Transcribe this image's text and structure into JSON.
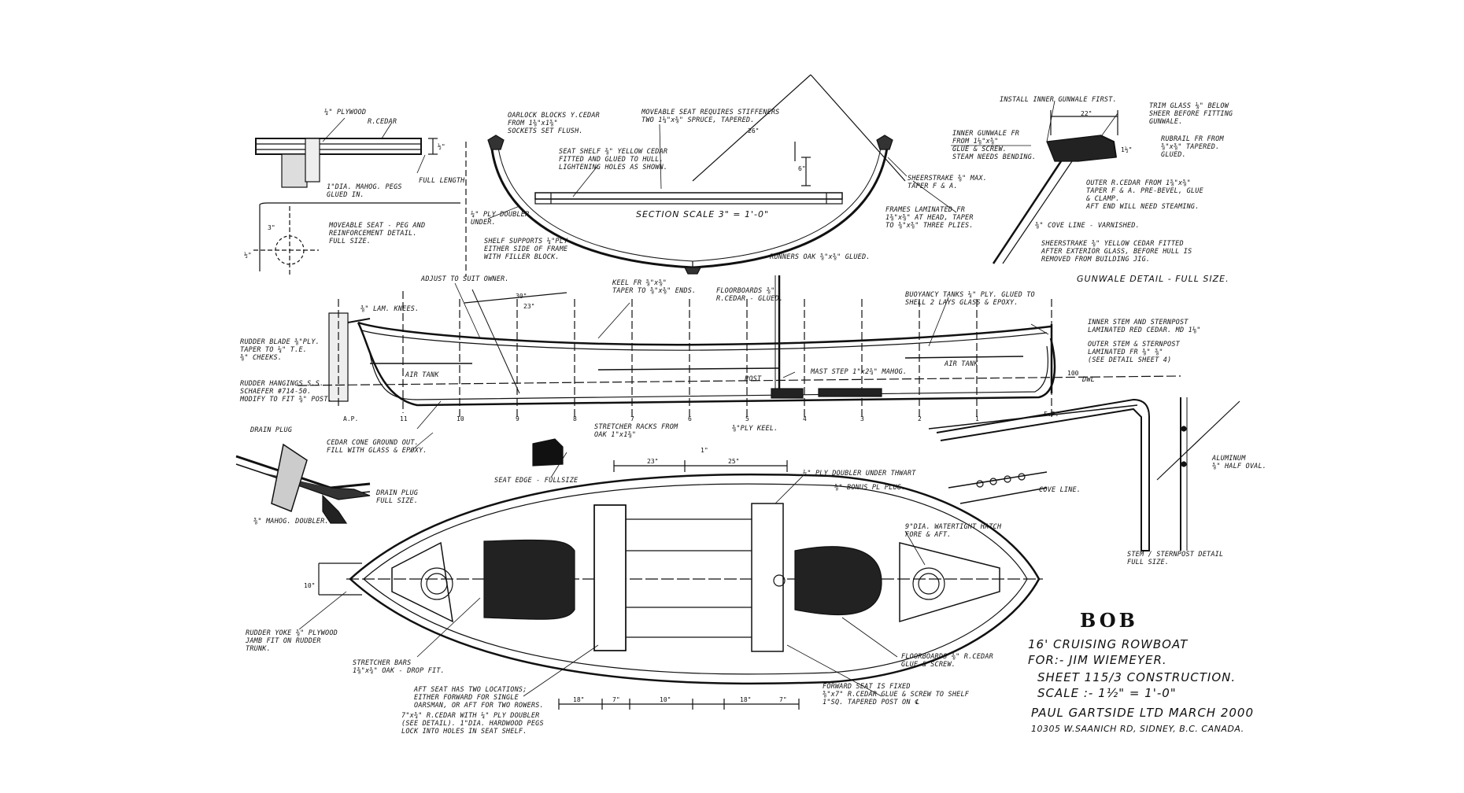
{
  "title": {
    "name": "BOB",
    "line1": "16' CRUISING ROWBOAT",
    "line2": "FOR:- JIM WIEMEYER.",
    "line3": "SHEET 115/3 CONSTRUCTION.",
    "line4": "SCALE :- 1½\" = 1'-0\"",
    "designer": "PAUL GARTSIDE LTD  MARCH 2000",
    "address": "10305 W.SAANICH RD, SIDNEY, B.C. CANADA."
  },
  "notes": {
    "plywood": "¼\" PLYWOOD",
    "rcedar_top": "R.CEDAR",
    "mahog_pegs": "1\"DIA. MAHOG. PEGS\nGLUED IN.",
    "full_length": "FULL LENGTH",
    "movable_seat_detail": "MOVEABLE SEAT - PEG AND\nREINFORCEMENT DETAIL.\nFULL SIZE.",
    "oarlock_blocks": "OARLOCK BLOCKS Y.CEDAR\nFROM 1⅜\"x1⅝\"\nSOCKETS SET FLUSH.",
    "movable_seat_stiff": "MOVEABLE SEAT REQUIRES STIFFENERS\nTWO 1¼\"x⅜\" SPRUCE, TAPERED.",
    "seat_shelf": "SEAT SHELF ⅜\" YELLOW CEDAR\nFITTED AND GLUED TO HULL.\nLIGHTENING HOLES AS SHOWN.",
    "ply_doubler_under": "¼\" PLY DOUBLER\nUNDER.",
    "section_scale": "SECTION SCALE  3\" = 1'-0\"",
    "shelf_supports": "SHELF SUPPORTS ¼\"PLY\nEITHER SIDE OF FRAME\nWITH FILLER BLOCK.",
    "runners": "RUNNERS OAK ⅝\"x⅝\" GLUED.",
    "sheerstrake_max": "SHEERSTRAKE ⅜\" MAX.\nTAPER F & A.",
    "frames_laminated": "FRAMES LAMINATED FR\n1⅜\"x⅝\" AT HEAD, TAPER\nTO ⅜\"x⅝\" THREE PLIES.",
    "inner_gunwale": "INNER GUNWALE FR\nFROM 1⅛\"x⅝\"\nGLUE & SCREW.\nSTEAM NEEDS BENDING.",
    "install_inner_gunwale": "INSTALL INNER GUNWALE FIRST.",
    "trim_glass": "TRIM GLASS ⅛\" BELOW\nSHEER BEFORE FITTING\nGUNWALE.",
    "rubrail": "RUBRAIL FR FROM\n⅝\"x⅝\" TAPERED.\nGLUED.",
    "outer_rcedar": "OUTER R.CEDAR FROM 1⅝\"x⅝\"\nTAPER F & A. PRE-BEVEL, GLUE\n& CLAMP.\nAFT END WILL NEED STEAMING.",
    "cove_line_varnished": "⅜\" COVE LINE - VARNISHED.",
    "sheerstrake_yellow": "SHEERSTRAKE ⅝\" YELLOW CEDAR FITTED\nAFTER EXTERIOR GLASS, BEFORE HULL IS\nREMOVED FROM BUILDING JIG.",
    "gunwale_detail": "GUNWALE DETAIL - FULL SIZE.",
    "adjust_owner": "ADJUST TO SUIT OWNER.",
    "keel": "KEEL FR ⅝\"x⅝\"\nTAPER TO ⅝\"x⅜\" ENDS.",
    "floorboards_top": "FLOORBOARDS ⅜\"\nR.CEDAR - GLUED.",
    "buoyancy_tanks": "BUOYANCY TANKS ¼\" PLY. GLUED TO\nSHELL 2 LAYS GLASS & EPOXY.",
    "lam_knees": "⅜\" LAM. KNEES.",
    "rudder_blade": "RUDDER BLADE ⅜\"PLY.\nTAPER TO ¼\" T.E.\n⅜\" CHEEKS.",
    "rudder_hangings": "RUDDER HANGINGS S.S.\nSCHAEFER #714-50.\nMODIFY TO FIT ⅝\" POST.",
    "air_tank_aft": "AIR TANK",
    "air_tank_fwd": "AIR TANK",
    "inner_stem": "INNER STEM AND STERNPOST\nLAMINATED RED CEDAR. MD 1⅛\"",
    "outer_stem": "OUTER STEM & STERNPOST\nLAMINATED FR ⅜\" ⅝\"\n(SEE DETAIL SHEET 4)",
    "mast_step": "MAST STEP 1\"x2¾\" MAHOG.",
    "post": "POST",
    "dwl": "DWL",
    "stretcher_racks": "STRETCHER RACKS FROM\nOAK 1\"x1⅜\"",
    "ply_keel": "⅜\"PLY KEEL.",
    "drain_plug": "DRAIN PLUG",
    "cedar_cone": "CEDAR CONE GROUND OUT.\nFILL WITH GLASS & EPOXY.",
    "drain_plug_full": "DRAIN PLUG\nFULL SIZE.",
    "mahog_doubler": "⅝\" MAHOG. DOUBLER.",
    "seat_edge": "SEAT EDGE - FULLSIZE",
    "ply_doubler_thwart": "¼\" PLY DOUBLER UNDER THWART",
    "bonus_plug": "⅝\" BONUS PL PLUG.",
    "watertight_hatch": "9\"DIA. WATERTIGHT HATCH\nFORE & AFT.",
    "floorboards_plan": "FLOORBOARDS ⅜\" R.CEDAR\nGLUE & SCREW.",
    "rudder_yoke": "RUDDER YOKE ⅜\" PLYWOOD\nJAMB FIT ON RUDDER\nTRUNK.",
    "stretcher_bars": "STRETCHER BARS\n1⅜\"x¾\" OAK - DROP FIT.",
    "aft_seat": "AFT SEAT HAS TWO LOCATIONS;\nEITHER FORWARD FOR SINGLE\nOARSMAN, OR AFT FOR TWO ROWERS.",
    "rcedar_seat": "7\"x¾\" R.CEDAR WITH ¼\" PLY DOUBLER\n(SEE DETAIL). 1\"DIA. HARDWOOD PEGS\nLOCK INTO HOLES IN SEAT SHELF.",
    "forward_seat": "FORWARD SEAT IS FIXED\n⅝\"x7\" R.CEDAR GLUE & SCREW TO SHELF\n1\"SQ. TAPERED POST ON ℄",
    "aluminum_hole": "ALUMINUM\n⅝\" HALF OVAL.",
    "cove_line": "COVE LINE.",
    "stem_detail": "STEM / STERNPOST DETAIL\nFULL SIZE."
  },
  "dims": {
    "d_half": "½\"",
    "d_22": "22\"",
    "d_14": "1½\"",
    "d_6": "6\"",
    "d_sec": "26\"",
    "d_30": "30\"",
    "d_23": "23\"",
    "d_23a": "23\"",
    "d_25": "25\"",
    "d_1": "1\"",
    "d_18": "18\"",
    "d_7a": "7\"",
    "d_10": "10\"",
    "d_18b": "18\"",
    "d_7b": "7\"",
    "d_ap": "A.P.",
    "d_fp": "F.P.",
    "d_10s": "10\"",
    "d_3": "3\"",
    "d_half2": "½\"",
    "d_100": "100"
  },
  "stations": [
    "A.P.",
    "11",
    "10",
    "9",
    "8",
    "7",
    "6",
    "5",
    "4",
    "3",
    "2",
    "1",
    "F.P."
  ]
}
